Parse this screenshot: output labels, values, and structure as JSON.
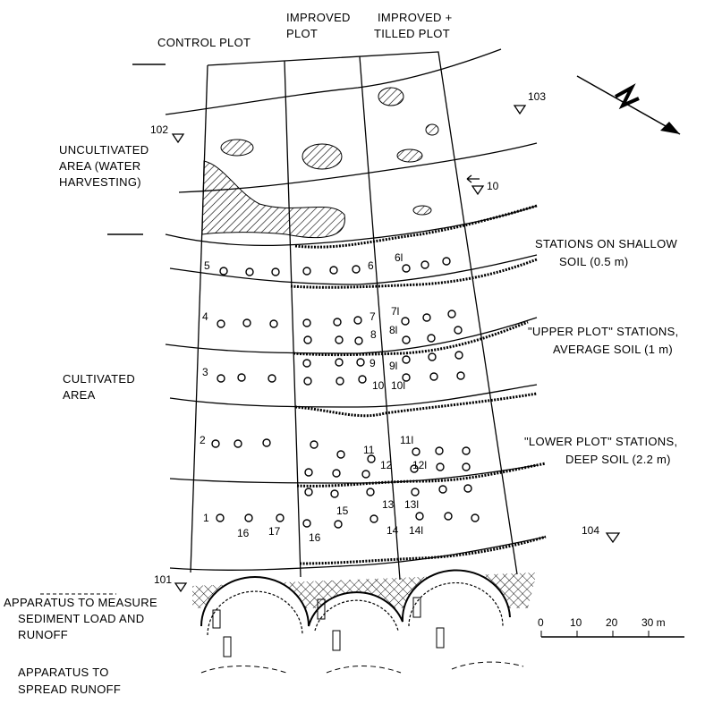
{
  "headers": {
    "control": "CONTROL PLOT",
    "improved_1": "IMPROVED",
    "improved_2": "PLOT",
    "tilled_1": "IMPROVED +",
    "tilled_2": "TILLED PLOT"
  },
  "annotations": {
    "uncultivated_1": "UNCULTIVATED",
    "uncultivated_2": "AREA (WATER",
    "uncultivated_3": "HARVESTING)",
    "cultivated_1": "CULTIVATED",
    "cultivated_2": "AREA",
    "shallow_1": "STATIONS ON SHALLOW",
    "shallow_2": "SOIL (0.5 m)",
    "upper_1": "\"UPPER PLOT\" STATIONS,",
    "upper_2": "AVERAGE SOIL (1 m)",
    "lower_1": "\"LOWER PLOT\" STATIONS,",
    "lower_2": "DEEP SOIL (2.2 m)",
    "apparatus1_1": "APPARATUS TO MEASURE",
    "apparatus1_2": "SEDIMENT LOAD AND",
    "apparatus1_3": "RUNOFF",
    "apparatus2_1": "APPARATUS TO",
    "apparatus2_2": "SPREAD RUNOFF"
  },
  "benchmarks": {
    "b101": "101",
    "b102": "102",
    "b103": "103",
    "b104": "104",
    "b10": "10"
  },
  "stations": {
    "s1": "1",
    "s2": "2",
    "s3": "3",
    "s4": "4",
    "s5": "5",
    "s6": "6",
    "s7": "7",
    "s8": "8",
    "s9": "9",
    "s10": "10",
    "s11": "11",
    "s12": "12",
    "s13": "13",
    "s14": "14",
    "s15": "15",
    "s16a": "16",
    "s16b": "16",
    "s17": "17",
    "s6l": "6l",
    "s7l": "7l",
    "s8l": "8l",
    "s9l": "9l",
    "s10l": "10l",
    "s11l": "11l",
    "s12l": "12l",
    "s13l": "13l",
    "s14l": "14l"
  },
  "scale": {
    "t0": "0",
    "t10": "10",
    "t20": "20",
    "t30": "30 m"
  }
}
